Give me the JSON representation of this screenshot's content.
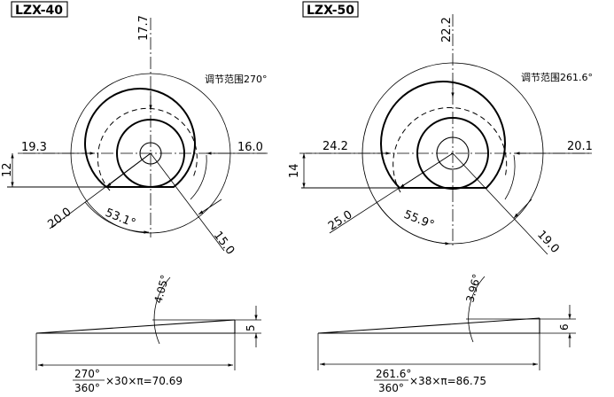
{
  "models": [
    {
      "label": "LZX-40",
      "top_dim": "17.7",
      "range_note": "调节范围270°",
      "left_dim": "19.3",
      "right_dim": "16.0",
      "height_dim": "12",
      "radius_left": "20.0",
      "angle": "53.1°",
      "radius_right": "15.0",
      "side_angle": "4.05°",
      "side_height": "5",
      "formula_num": "270°",
      "formula_den": "360°",
      "formula_rest": "×30×π=70.69"
    },
    {
      "label": "LZX-50",
      "top_dim": "22.2",
      "range_note": "调节范围261.6°",
      "left_dim": "24.2",
      "right_dim": "20.1",
      "height_dim": "14",
      "radius_left": "25.0",
      "angle": "55.9°",
      "radius_right": "19.0",
      "side_angle": "3.96°",
      "side_height": "6",
      "formula_num": "261.6°",
      "formula_den": "360°",
      "formula_rest": "×38×π=86.75"
    }
  ]
}
